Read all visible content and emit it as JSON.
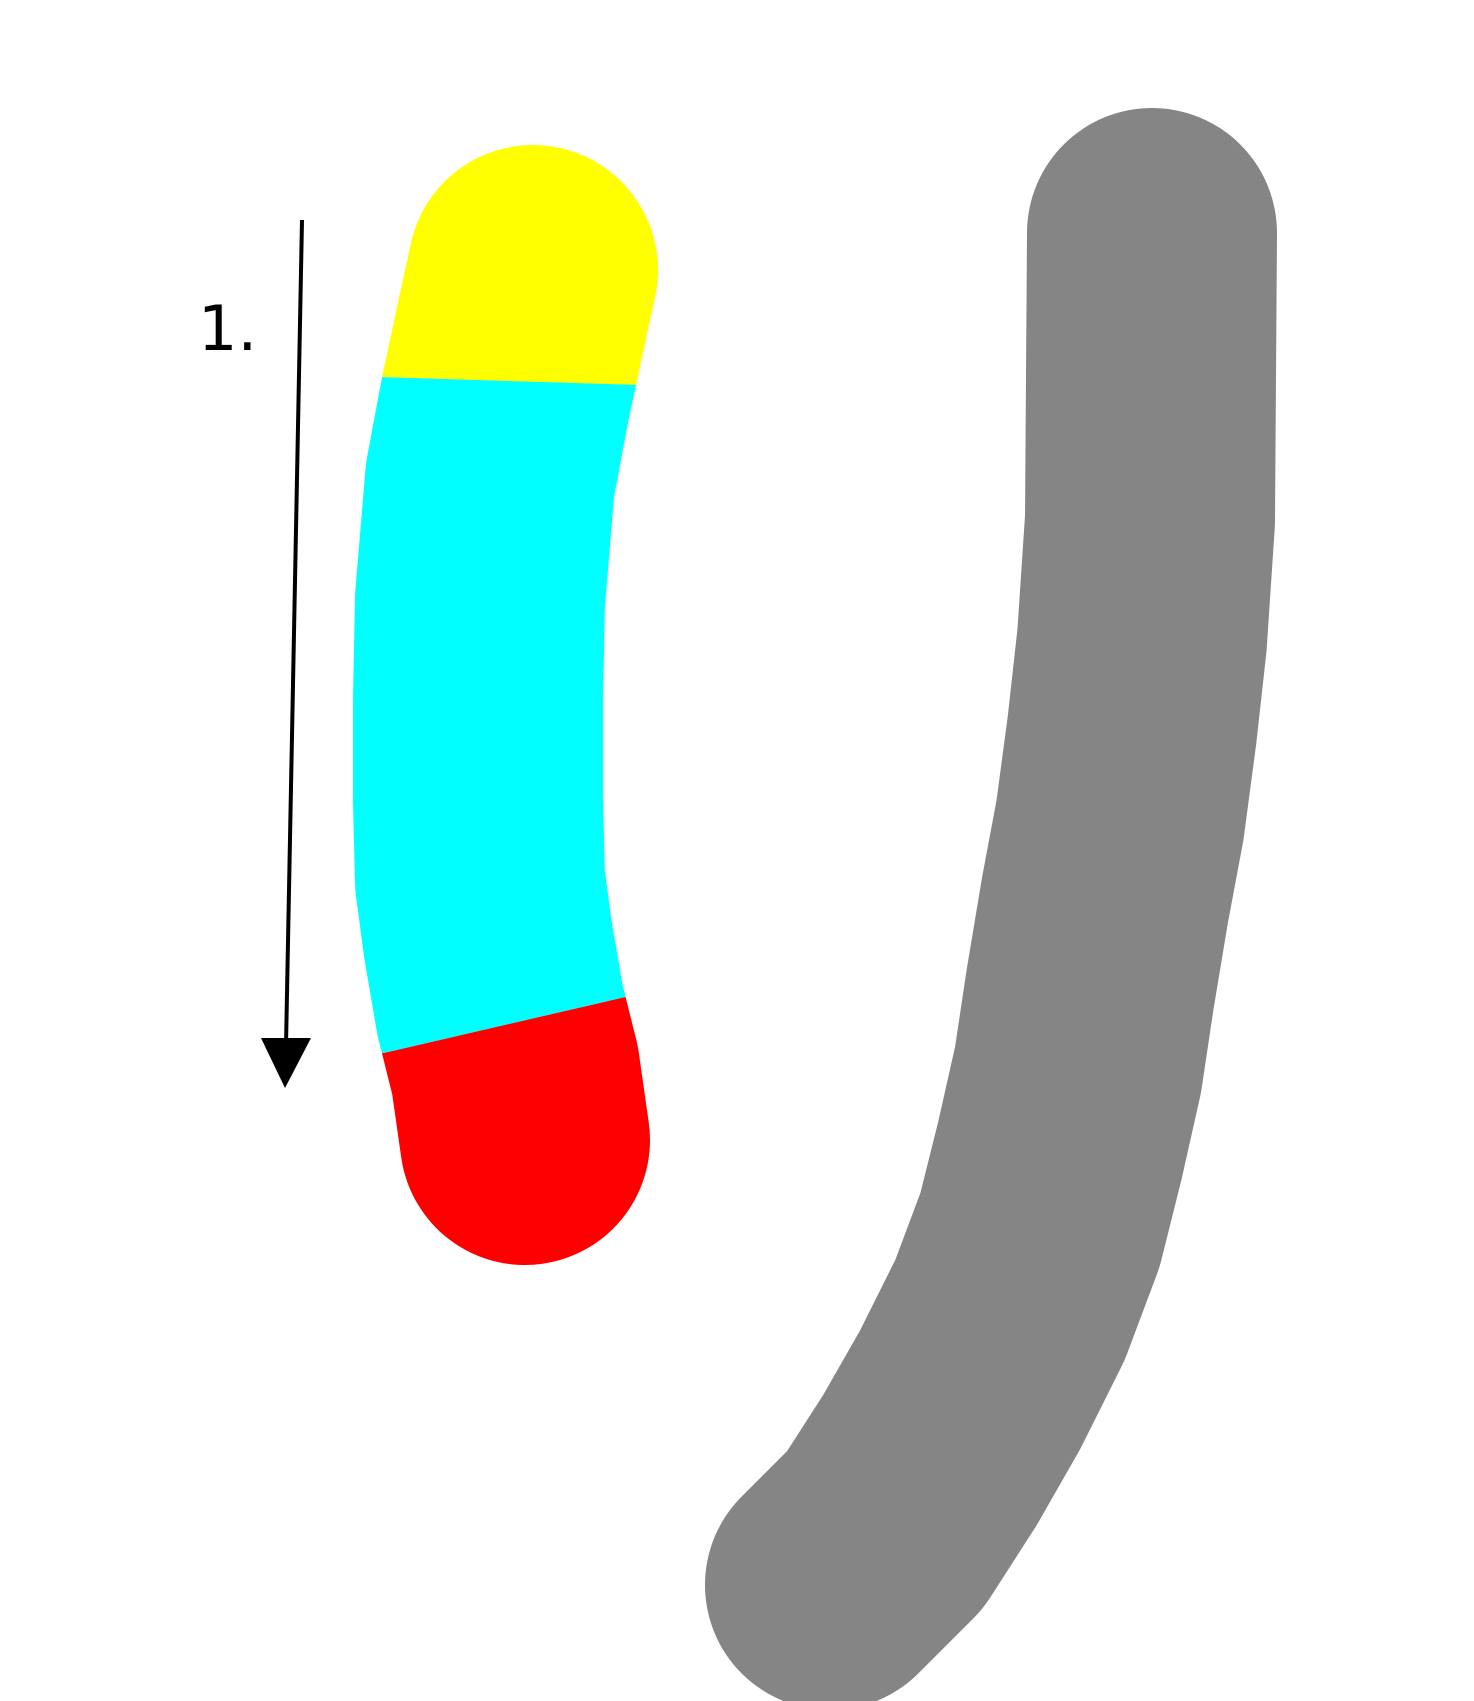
{
  "step": {
    "label": "1."
  },
  "colors": {
    "start_segment": "#ffff00",
    "middle_segment": "#00ffff",
    "end_segment": "#ff0000",
    "reference_stroke": "#858585",
    "arrow": "#000000",
    "background": "#ffffff"
  },
  "diagram": {
    "stroke_segments": [
      "start",
      "middle",
      "end"
    ],
    "arrow_direction": "down"
  }
}
